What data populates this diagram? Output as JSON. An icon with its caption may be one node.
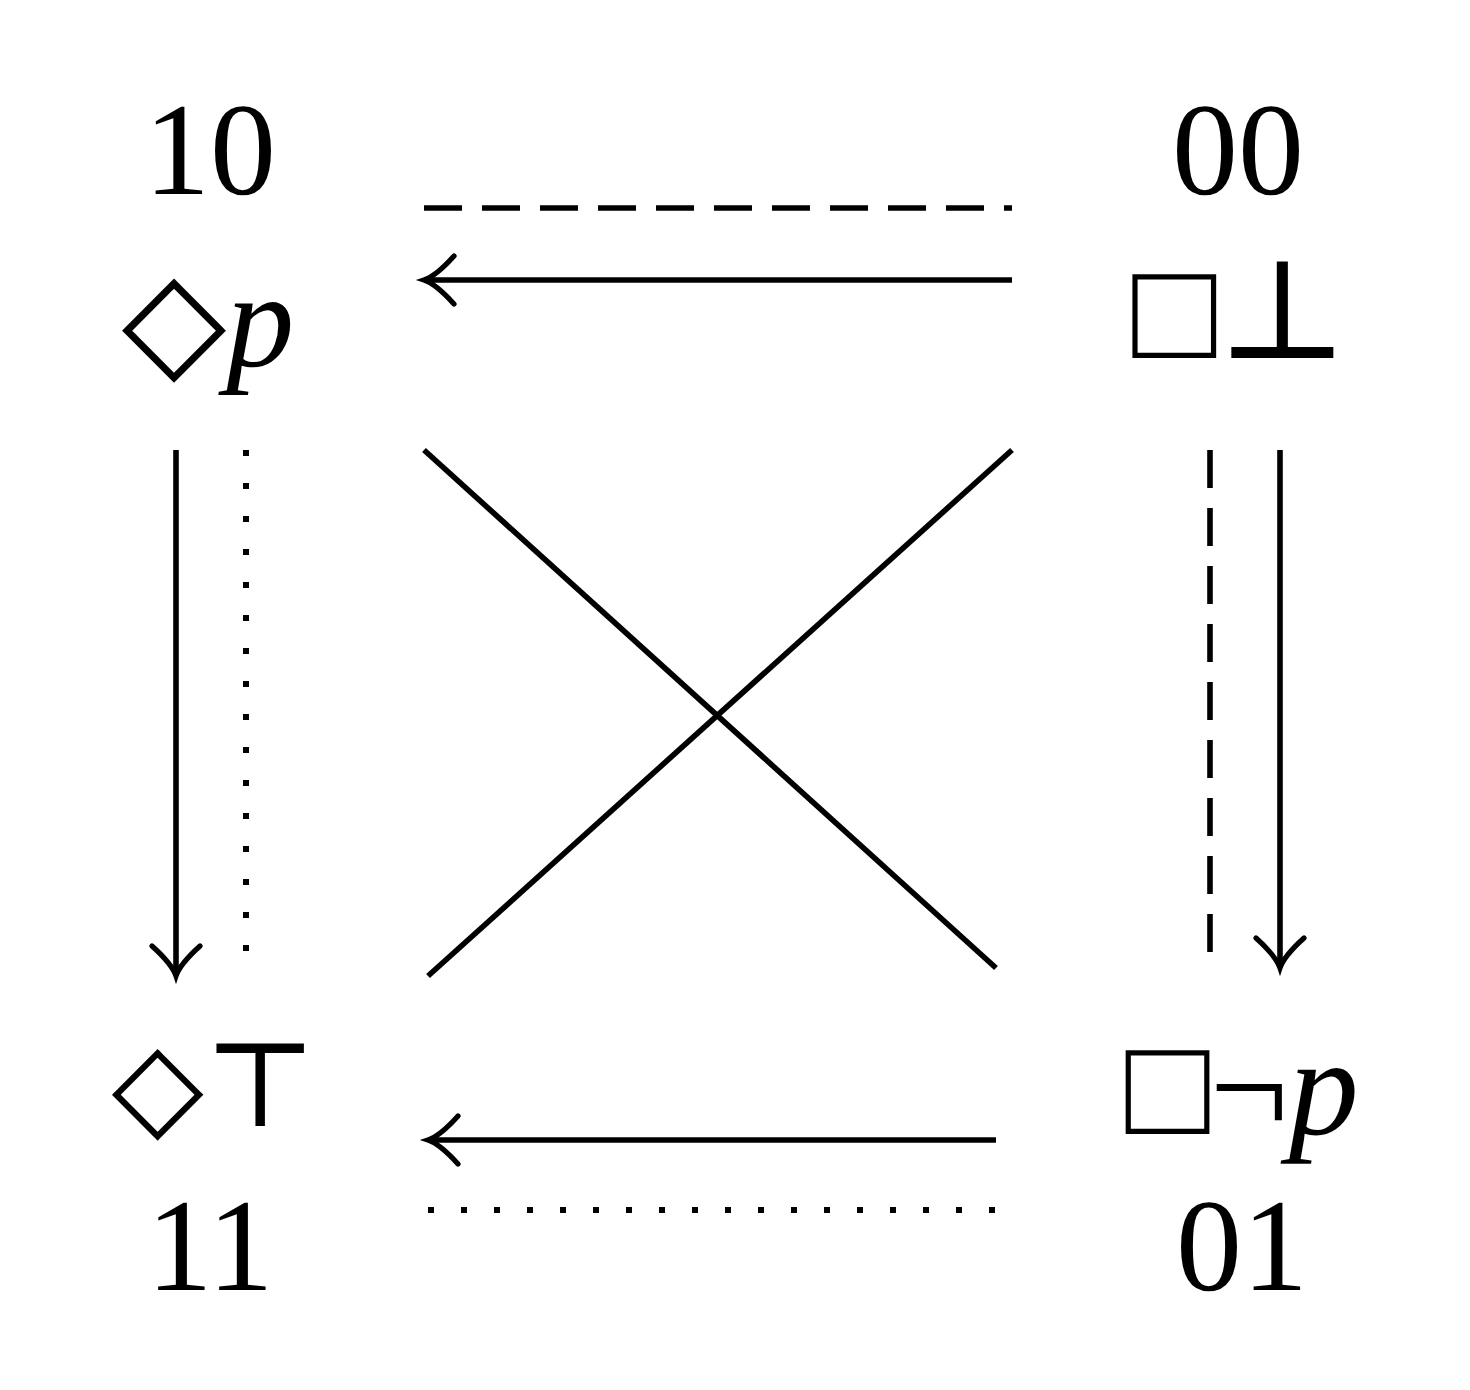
{
  "diagram": {
    "nodes": [
      {
        "text": [
          "10",
          "◇*p*"
        ]
      },
      {
        "text": [
          "00",
          "□⊥"
        ]
      },
      {
        "text": [
          "◇⊤",
          "11"
        ]
      },
      {
        "text": [
          "□¬*p*",
          "01"
        ]
      }
    ],
    "edges": [
      {
        "from": 1,
        "to": 0,
        "arrow": "to"
      },
      {
        "from": 0,
        "to": 1,
        "arrow": "none",
        "style": "dashed"
      },
      {
        "from": 0,
        "to": 2,
        "arrow": "to"
      },
      {
        "from": 0,
        "to": 2,
        "arrow": "none",
        "style": "dashed"
      },
      {
        "from": 1,
        "to": 3,
        "arrow": "to"
      },
      {
        "from": 1,
        "to": 3,
        "arrow": "none",
        "style": "dashed"
      },
      {
        "from": 3,
        "to": 2,
        "arrow": "to"
      },
      {
        "from": 2,
        "to": 3,
        "arrow": "none",
        "style": "dashed"
      },
      {
        "from": 0,
        "to": 3,
        "arrow": "none"
      },
      {
        "from": 1,
        "to": 2,
        "arrow": "none"
      }
    ]
  }
}
